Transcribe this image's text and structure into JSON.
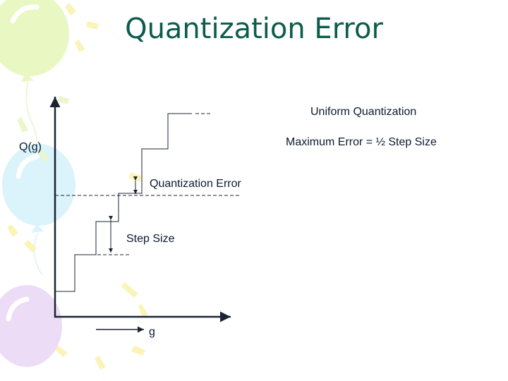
{
  "slide": {
    "title": "Quantization Error",
    "labels": {
      "y_axis": "Q(g)",
      "x_axis": "g",
      "scheme": "Uniform Quantization",
      "max_error": "Maximum Error = ½ Step Size",
      "quantization_error": "Quantization Error",
      "step_size": "Step Size"
    },
    "colors": {
      "title": "#0c5c4c",
      "text": "#0b1a30",
      "lines": "#1c2433",
      "balloon_green": "#e9f7c2",
      "balloon_blue": "#dbf3fa",
      "balloon_purple": "#ecdcf5",
      "confetti_yellow": "#fbf4b8"
    },
    "background": "balloons-and-confetti"
  }
}
